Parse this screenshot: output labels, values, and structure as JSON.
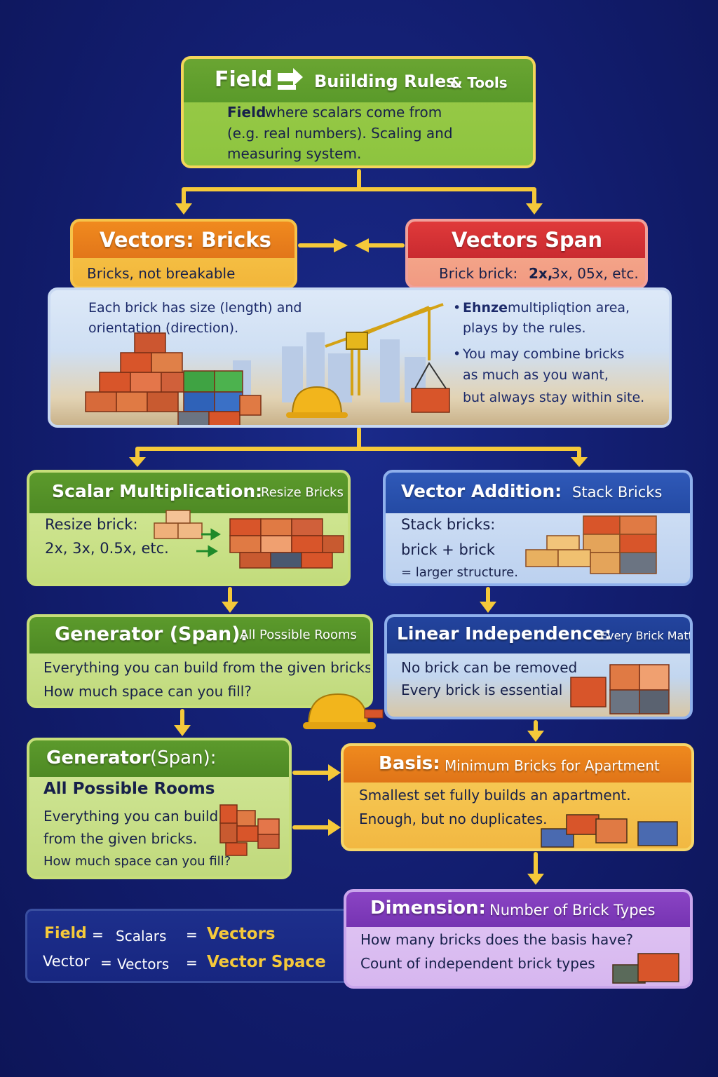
{
  "field": {
    "title": "Field",
    "subtitle": "Buiilding Rules",
    "subtitle_suffix": " & Tools",
    "line1_bold": "Field",
    "line1_rest": " where scalars come from",
    "line2": "(e.g. real numbers). Scaling and",
    "line3": "measuring system."
  },
  "vectors_bricks": {
    "title": "Vectors: Bricks",
    "body": "Bricks, not breakable"
  },
  "vectors_span": {
    "title": "Vectors Span",
    "body_pre": "Brick brick: ",
    "body_bold": "2x,",
    "body_post": " 3x, 05x, etc."
  },
  "scene": {
    "left_line1": "Each brick has size (length) and",
    "left_line2": "orientation (direction).",
    "b1_bold": "Ehnze",
    "b1_rest": " multipliqtion area,",
    "b1_line2": "plays by the rules.",
    "b2_line1": "You may combine bricks",
    "b2_line2": "as much as you want,",
    "b2_line3": "but always stay within site."
  },
  "scalar_mult": {
    "title": "Scalar Multiplication:",
    "subtitle": "Resize Bricks",
    "line1": "Resize brick:",
    "line2": "2x, 3x, 0.5x, etc."
  },
  "vector_add": {
    "title": "Vector Addition:",
    "subtitle": "Stack Bricks",
    "line1": "Stack bricks:",
    "line2": "brick + brick",
    "line3": "= larger structure."
  },
  "generator1": {
    "title": "Generator (Span):",
    "subtitle": "All Possible Rooms",
    "line1": "Everything you can build from the given bricks.",
    "line2": "How much space can you fill?"
  },
  "lin_indep": {
    "title": "Linear Independence:",
    "subtitle": "Every Brick Matters",
    "line1": "No brick can be removed",
    "line2": "Every brick is essential"
  },
  "generator2": {
    "title": "Generator",
    "title_rest": " (Span):",
    "heading": "All Possible Rooms",
    "line1": "Everything you can build",
    "line2": "from the given bricks.",
    "line3": "How much space can you fill?"
  },
  "basis": {
    "title": "Basis:",
    "subtitle": "Minimum Bricks for Apartment",
    "line1": "Smallest set fully builds an apartment.",
    "line2": "Enough, but no duplicates."
  },
  "legend": {
    "r1c1": "Field",
    "r1eq1": "=",
    "r1c2": "Scalars",
    "r1eq2": "=",
    "r1c3": "Vectors",
    "r2c1": "Vector",
    "r2eq1": "=",
    "r2c2": "Vectors",
    "r2eq2": "=",
    "r2c3": "Vector Space"
  },
  "dimension": {
    "title": "Dimension:",
    "subtitle": "Number of Brick Types",
    "line1": "How many bricks does the basis have?",
    "line2": "Count of independent brick types"
  },
  "colors": {
    "arrow": "#f5c93a",
    "brick": "#d8552a",
    "legend_accent": "#f5c93a"
  }
}
